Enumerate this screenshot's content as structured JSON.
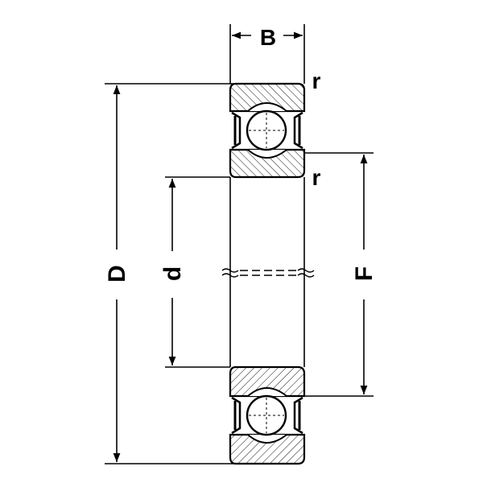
{
  "labels": {
    "width": "B",
    "outer_diameter": "D",
    "bore_diameter": "d",
    "shoulder_diameter": "F",
    "chamfer_top": "r",
    "chamfer_middle": "r"
  },
  "colors": {
    "line": "#000000",
    "background": "#ffffff"
  }
}
